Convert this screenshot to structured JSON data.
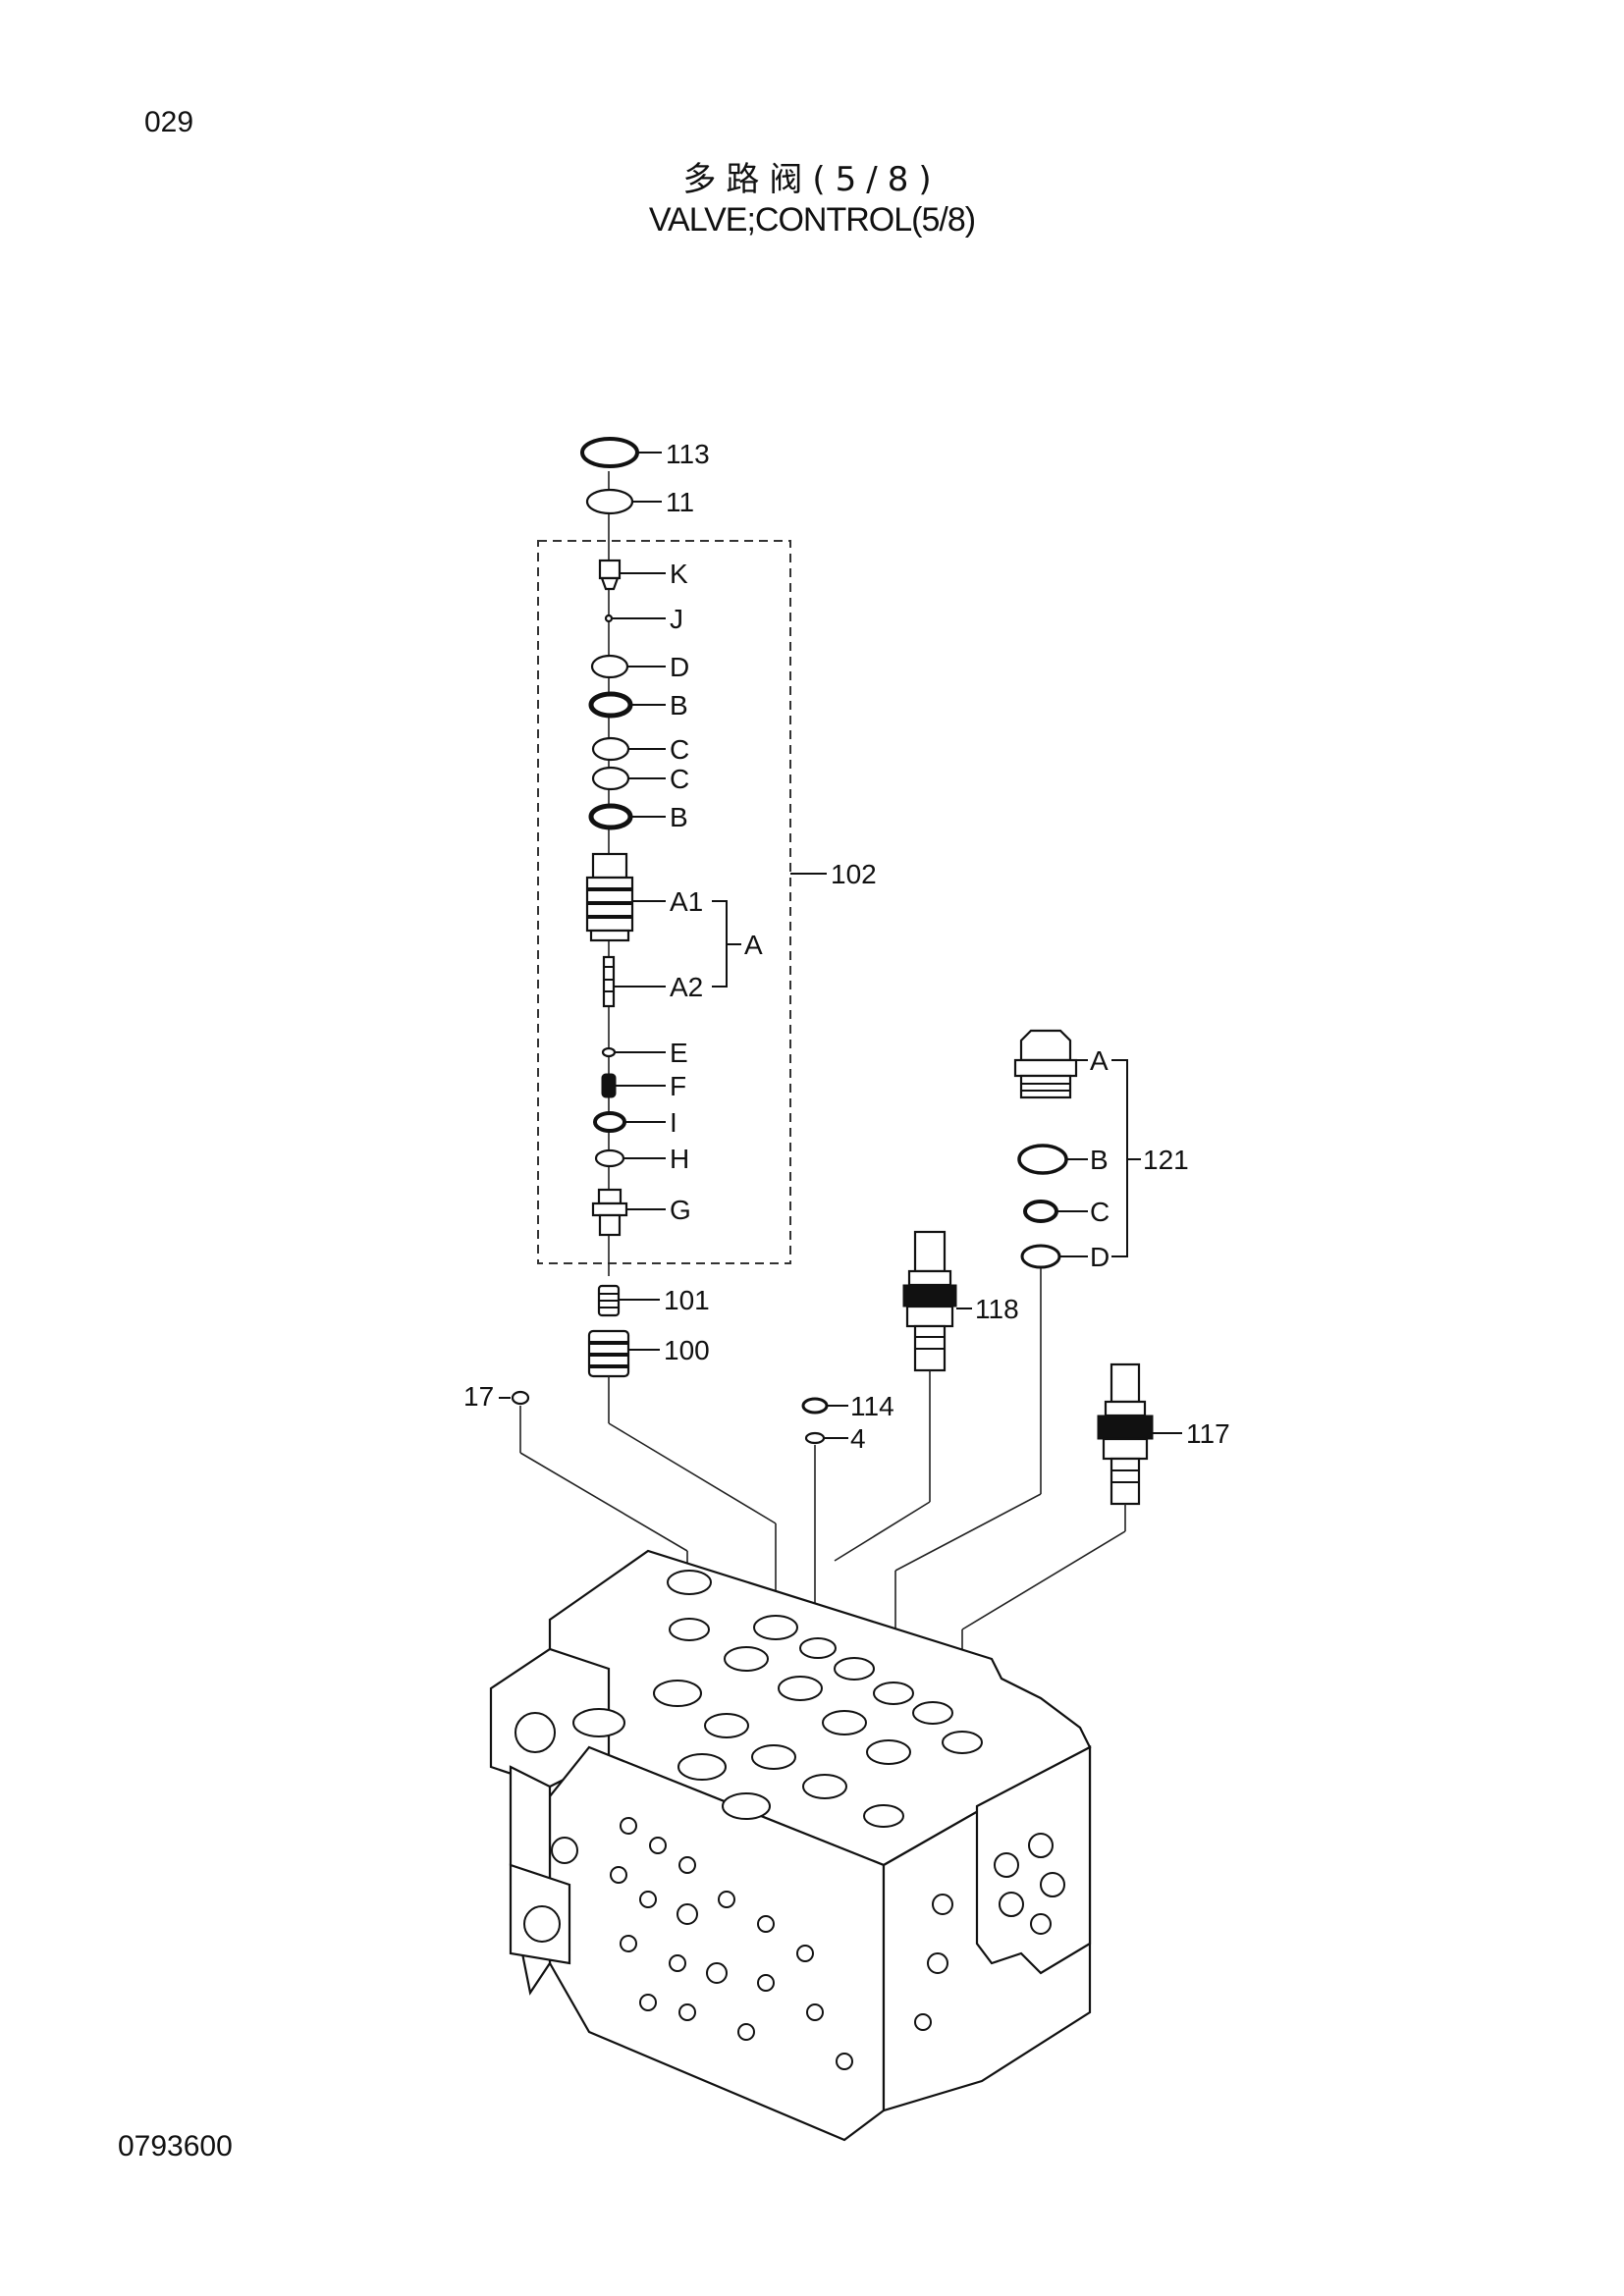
{
  "page_number": "029",
  "document_code": "0793600",
  "title_cn": "多路阀(5/8)",
  "title_en": "VALVE;CONTROL(5/8)",
  "callouts": {
    "c113": "113",
    "c11": "11",
    "cK": "K",
    "cJ": "J",
    "cD1": "D",
    "cB1": "B",
    "cC1": "C",
    "cC2": "C",
    "cB2": "B",
    "cA1": "A1",
    "cA2": "A2",
    "cA": "A",
    "c102": "102",
    "cE": "E",
    "cF": "F",
    "cI": "I",
    "cH": "H",
    "cG": "G",
    "c101": "101",
    "c100": "100",
    "c17": "17",
    "c114": "114",
    "c4": "4",
    "c118": "118",
    "c117": "117",
    "cRA": "A",
    "cRB": "B",
    "cRC": "C",
    "cRD": "D",
    "c121": "121"
  }
}
